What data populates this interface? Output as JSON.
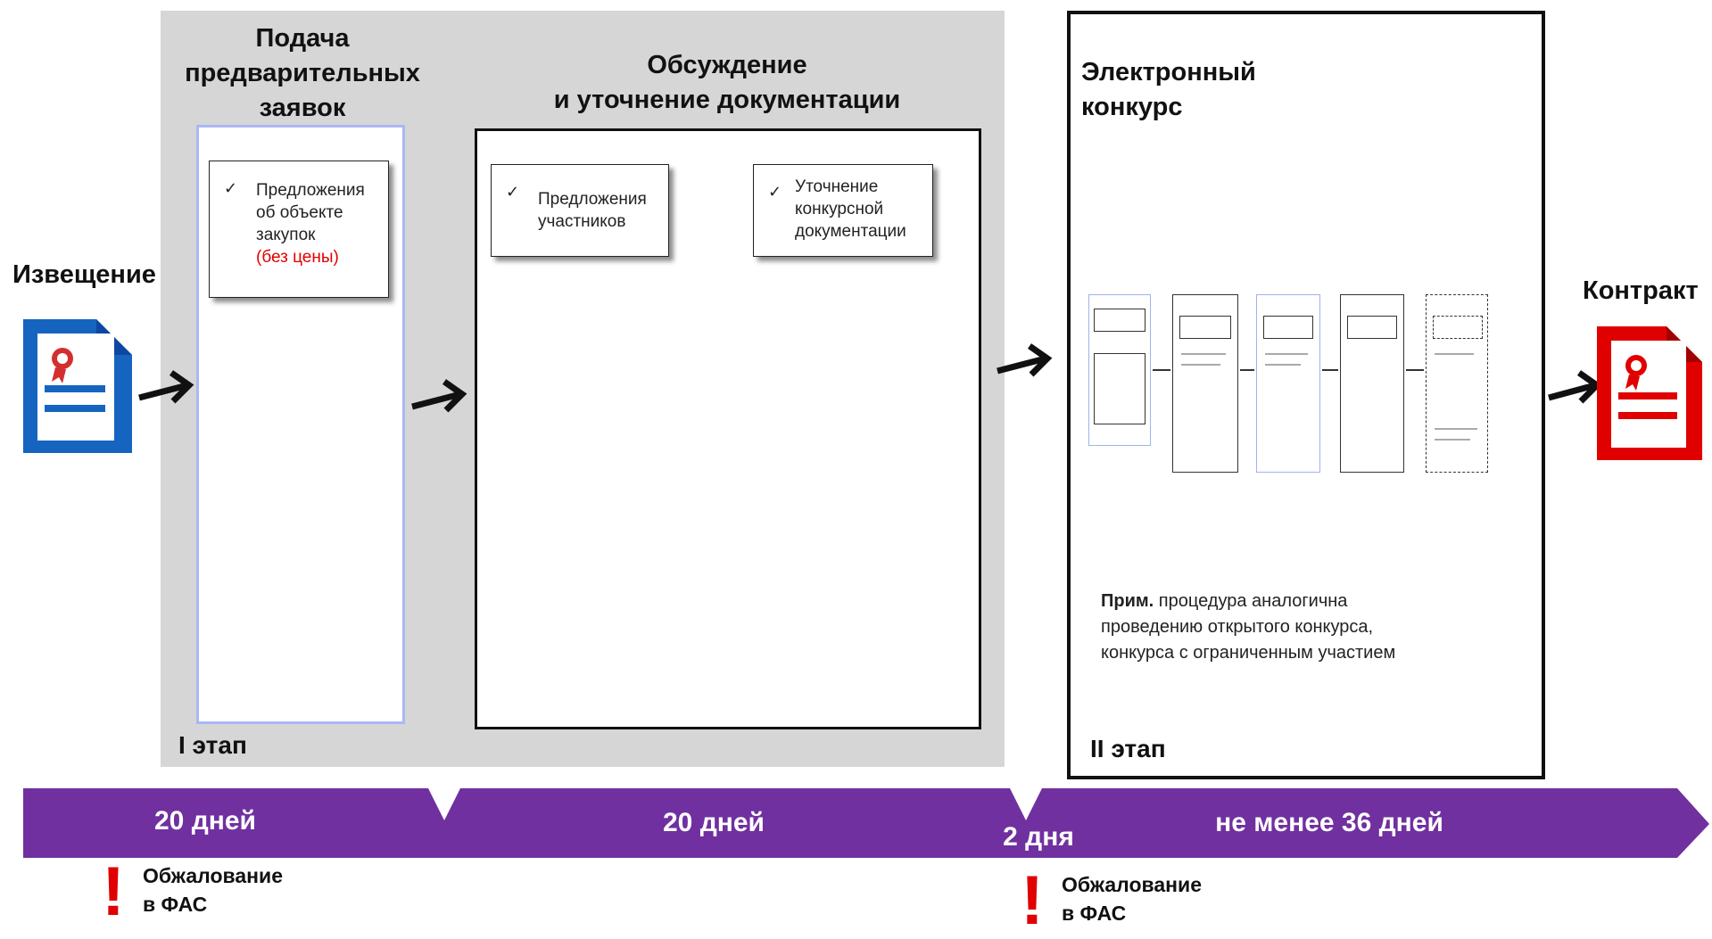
{
  "notice": {
    "label": "Извещение"
  },
  "contract": {
    "label": "Контракт"
  },
  "stage1": {
    "label": "I этап",
    "step1": {
      "title": "Подача предварительных заявок",
      "title_lines": [
        "Подача",
        "предварительных",
        "заявок"
      ],
      "card": {
        "tick": "✓",
        "lines": [
          "Предложения",
          "об объекте",
          "закупок"
        ],
        "note": "(без цены)"
      }
    },
    "step2": {
      "title_lines": [
        "Обсуждение",
        "и уточнение документации"
      ],
      "card_left": {
        "tick": "✓",
        "lines": [
          "Предложения",
          "участников"
        ]
      },
      "card_right": {
        "tick": "✓",
        "lines": [
          "Уточнение",
          "конкурсной",
          "документации"
        ]
      }
    }
  },
  "stage2": {
    "label": "II этап",
    "title_lines": [
      "Электронный",
      "конкурс"
    ],
    "note_bold": "Прим.",
    "note_lines": [
      " процедура аналогична",
      "проведению открытого конкурса,",
      "конкурса с ограниченным участием"
    ]
  },
  "timeline": {
    "color": "#7030a0",
    "seg1": "20 дней",
    "seg2": "20 дней",
    "seg3": "2 дня",
    "seg4": "не менее 36 дней"
  },
  "appeals": [
    {
      "mark": "!",
      "line1": "Обжалование",
      "line2": "в ФАС"
    },
    {
      "mark": "!",
      "line1": "Обжалование",
      "line2": "в ФАС"
    }
  ],
  "colors": {
    "notice_icon": "#1565c0",
    "contract_icon": "#e00000",
    "stage_bg": "#d6d6d6"
  },
  "icons": {
    "notice": "document-certificate-icon",
    "contract": "document-certificate-icon"
  }
}
